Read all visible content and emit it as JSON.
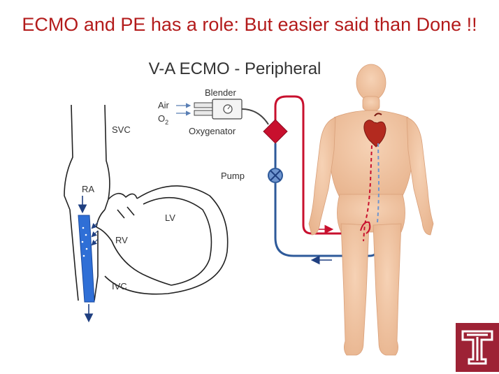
{
  "slide": {
    "title": "ECMO and PE has a role: But easier said than Done !!"
  },
  "diagram": {
    "title": "V-A ECMO - Peripheral",
    "labels": {
      "blender": "Blender",
      "air": "Air",
      "o2": "O",
      "o2_sub": "2",
      "oxygenator": "Oxygenator",
      "pump": "Pump",
      "svc": "SVC",
      "ra": "RA",
      "lv": "LV",
      "rv": "RV",
      "ivc": "IVC"
    }
  },
  "colors": {
    "title_red": "#b31b1b",
    "arterial_red": "#c8102e",
    "venous_blue": "#2e5a9a",
    "cannula_blue": "#2f6fd6",
    "skin": "#f2c7a5",
    "logo_maroon": "#9d2235"
  },
  "logo": {
    "letter": "T"
  }
}
